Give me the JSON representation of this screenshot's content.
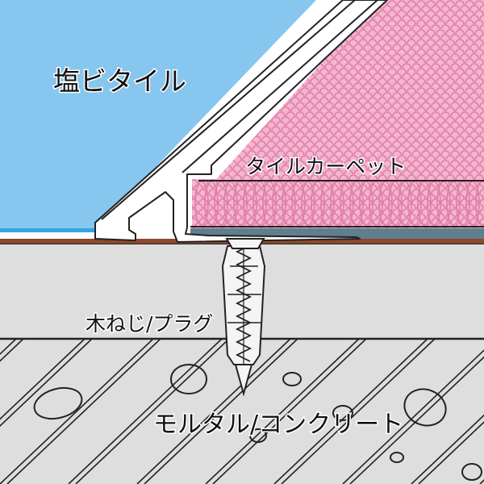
{
  "labels": {
    "vinyl_tile": "塩ビタイル",
    "tile_carpet": "タイルカーペット",
    "screw_plug": "木ねじ/プラグ",
    "mortar_concrete": "モルタル/コンクリート"
  },
  "colors": {
    "vinyl_tile": "#87c6ee",
    "vinyl_tile_edge": "#35a6e0",
    "carpet": "#f4b5d0",
    "carpet_dots": "#e07fa6",
    "carpet_backing": "#5f7f8e",
    "underlayer": "#8b4a2c",
    "slab": "#dedede",
    "outline": "#222222",
    "trim": "#ffffff",
    "plug": "#f4f4f4"
  }
}
